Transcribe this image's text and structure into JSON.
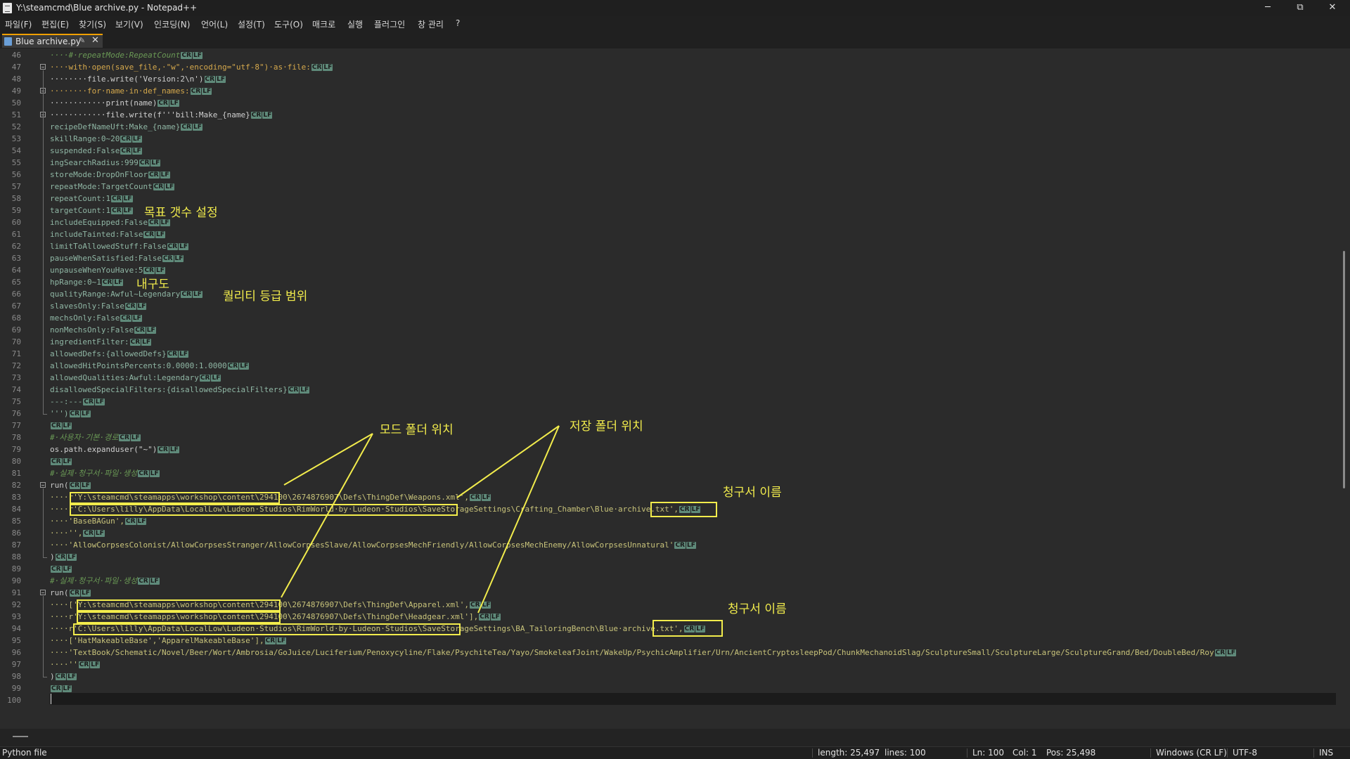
{
  "window": {
    "title": "Y:\\steamcmd\\Blue archive.py - Notepad++",
    "minimize": "─",
    "restore": "⧉",
    "close": "✕"
  },
  "menu": [
    "파일(F)",
    "편집(E)",
    "찾기(S)",
    "보기(V)",
    "인코딩(N)",
    "언어(L)",
    "설정(T)",
    "도구(O)",
    "매크로",
    "실행",
    "플러그인",
    "창 관리",
    "?"
  ],
  "tab": {
    "label": "Blue archive.py",
    "pin": "✎",
    "close": "✕"
  },
  "editor": {
    "lines": [
      {
        "n": "46",
        "t": "····#·repeatMode:RepeatCount",
        "c": "comment"
      },
      {
        "n": "47",
        "t": "····with·open(save_file,·\"w\",·encoding=\"utf-8\")·as·file:",
        "c": "kw"
      },
      {
        "n": "48",
        "t": "········file.write('Version:2\\n')",
        "c": "fn"
      },
      {
        "n": "49",
        "t": "········for·name·in·def_names:",
        "c": "kw"
      },
      {
        "n": "50",
        "t": "············print(name)",
        "c": "fn"
      },
      {
        "n": "51",
        "t": "············file.write(f'''bill:Make_{name}",
        "c": "fn"
      },
      {
        "n": "52",
        "t": "recipeDefNameUft:Make_{name}",
        "c": "txt"
      },
      {
        "n": "53",
        "t": "skillRange:0~20",
        "c": "txt"
      },
      {
        "n": "54",
        "t": "suspended:False",
        "c": "txt"
      },
      {
        "n": "55",
        "t": "ingSearchRadius:999",
        "c": "txt"
      },
      {
        "n": "56",
        "t": "storeMode:DropOnFloor",
        "c": "txt"
      },
      {
        "n": "57",
        "t": "repeatMode:TargetCount",
        "c": "txt"
      },
      {
        "n": "58",
        "t": "repeatCount:1",
        "c": "txt"
      },
      {
        "n": "59",
        "t": "targetCount:1",
        "c": "txt"
      },
      {
        "n": "60",
        "t": "includeEquipped:False",
        "c": "txt"
      },
      {
        "n": "61",
        "t": "includeTainted:False",
        "c": "txt"
      },
      {
        "n": "62",
        "t": "limitToAllowedStuff:False",
        "c": "txt"
      },
      {
        "n": "63",
        "t": "pauseWhenSatisfied:False",
        "c": "txt"
      },
      {
        "n": "64",
        "t": "unpauseWhenYouHave:5",
        "c": "txt"
      },
      {
        "n": "65",
        "t": "hpRange:0~1",
        "c": "txt"
      },
      {
        "n": "66",
        "t": "qualityRange:Awful~Legendary",
        "c": "txt"
      },
      {
        "n": "67",
        "t": "slavesOnly:False",
        "c": "txt"
      },
      {
        "n": "68",
        "t": "mechsOnly:False",
        "c": "txt"
      },
      {
        "n": "69",
        "t": "nonMechsOnly:False",
        "c": "txt"
      },
      {
        "n": "70",
        "t": "ingredientFilter:",
        "c": "txt"
      },
      {
        "n": "71",
        "t": "allowedDefs:{allowedDefs}",
        "c": "txt"
      },
      {
        "n": "72",
        "t": "allowedHitPointsPercents:0.0000:1.0000",
        "c": "txt"
      },
      {
        "n": "73",
        "t": "allowedQualities:Awful:Legendary",
        "c": "txt"
      },
      {
        "n": "74",
        "t": "disallowedSpecialFilters:{disallowedSpecialFilters}",
        "c": "txt"
      },
      {
        "n": "75",
        "t": "---:---",
        "c": "txt"
      },
      {
        "n": "76",
        "t": "''')",
        "c": "txt"
      },
      {
        "n": "77",
        "t": "",
        "c": "plain"
      },
      {
        "n": "78",
        "t": "#·사용자·기본·경로",
        "c": "comment"
      },
      {
        "n": "79",
        "t": "os.path.expanduser(\"~\")",
        "c": "fn"
      },
      {
        "n": "80",
        "t": "",
        "c": "plain"
      },
      {
        "n": "81",
        "t": "#·실제·청구서·파일·생성",
        "c": "comment"
      },
      {
        "n": "82",
        "t": "run(",
        "c": "plain"
      },
      {
        "n": "83",
        "t": "····r'Y:\\steamcmd\\steamapps\\workshop\\content\\294100\\2674876907\\Defs\\ThingDef\\Weapons.xml',",
        "c": "str"
      },
      {
        "n": "84",
        "t": "····r'C:\\Users\\lilly\\AppData\\LocalLow\\Ludeon·Studios\\RimWorld·by·Ludeon·Studios\\SaveStorageSettings\\Crafting_Chamber\\Blue·archive.txt',",
        "c": "str"
      },
      {
        "n": "85",
        "t": "····'BaseBAGun',",
        "c": "str"
      },
      {
        "n": "86",
        "t": "····'',",
        "c": "str"
      },
      {
        "n": "87",
        "t": "····'AllowCorpsesColonist/AllowCorpsesStranger/AllowCorpsesSlave/AllowCorpsesMechFriendly/AllowCorpsesMechEnemy/AllowCorpsesUnnatural'",
        "c": "str"
      },
      {
        "n": "88",
        "t": ")",
        "c": "plain"
      },
      {
        "n": "89",
        "t": "",
        "c": "plain"
      },
      {
        "n": "90",
        "t": "#·실제·청구서·파일·생성",
        "c": "comment"
      },
      {
        "n": "91",
        "t": "run(",
        "c": "plain"
      },
      {
        "n": "92",
        "t": "····['Y:\\steamcmd\\steamapps\\workshop\\content\\294100\\2674876907\\Defs\\ThingDef\\Apparel.xml',",
        "c": "str"
      },
      {
        "n": "93",
        "t": "····r'Y:\\steamcmd\\steamapps\\workshop\\content\\294100\\2674876907\\Defs\\ThingDef\\Headgear.xml'],",
        "c": "str"
      },
      {
        "n": "94",
        "t": "····r'C:\\Users\\lilly\\AppData\\LocalLow\\Ludeon·Studios\\RimWorld·by·Ludeon·Studios\\SaveStorageSettings\\BA_TailoringBench\\Blue·archive.txt',",
        "c": "str"
      },
      {
        "n": "95",
        "t": "····['HatMakeableBase','ApparelMakeableBase'],",
        "c": "str"
      },
      {
        "n": "96",
        "t": "····'TextBook/Schematic/Novel/Beer/Wort/Ambrosia/GoJuice/Luciferium/Penoxycyline/Flake/PsychiteTea/Yayo/SmokeleafJoint/WakeUp/PsychicAmplifier/Urn/AncientCryptosleepPod/ChunkMechanoidSlag/SculptureSmall/SculptureLarge/SculptureGrand/Bed/DoubleBed/Roy",
        "c": "str"
      },
      {
        "n": "97",
        "t": "····''",
        "c": "str"
      },
      {
        "n": "98",
        "t": ")",
        "c": "plain"
      },
      {
        "n": "99",
        "t": "",
        "c": "plain"
      },
      {
        "n": "100",
        "t": "",
        "c": "plain"
      }
    ],
    "eol_label_cr": "CR",
    "eol_label_lf": "LF"
  },
  "annotations": {
    "target_count": "목표 갯수 설정",
    "durability": "내구도",
    "quality": "퀄리티 등급 범위",
    "mod_folder": "모드 폴더 위치",
    "save_folder": "저장 폴더 위치",
    "bill_name_1": "청구서 이름",
    "bill_name_2": "청구서 이름",
    "highlight_color": "#f2ec4c"
  },
  "status": {
    "file_type": "Python file",
    "length": "length: 25,497",
    "lines": "lines: 100",
    "ln": "Ln: 100",
    "col": "Col: 1",
    "pos": "Pos: 25,498",
    "eol": "Windows (CR LF)",
    "encoding": "UTF-8",
    "mode": "INS"
  },
  "colors": {
    "tab_accent": "#f0a000",
    "background": "#2b2b2b"
  }
}
